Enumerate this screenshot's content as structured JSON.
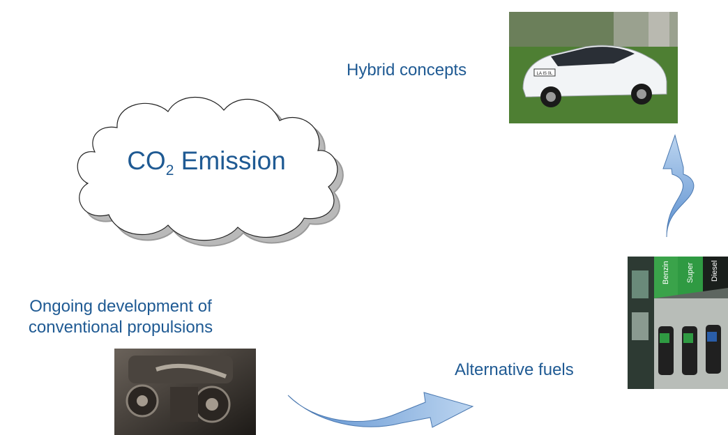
{
  "diagram": {
    "cloud": {
      "text_main": "CO",
      "text_sub": "2",
      "text_after": "Emission"
    },
    "labels": {
      "hybrid": "Hybrid concepts",
      "alternative_fuels": "Alternative fuels",
      "conventional_line1": "Ongoing development of",
      "conventional_line2": "conventional propulsions"
    },
    "photos": {
      "fuel_pump_labels": [
        "Benzin",
        "Super",
        "Diesel"
      ],
      "car_plate": "LA IS 0L"
    },
    "colors": {
      "label_text": "#1f5a93",
      "arrow_fill": "#8db4e2",
      "arrow_stroke": "#4a78b0"
    }
  }
}
